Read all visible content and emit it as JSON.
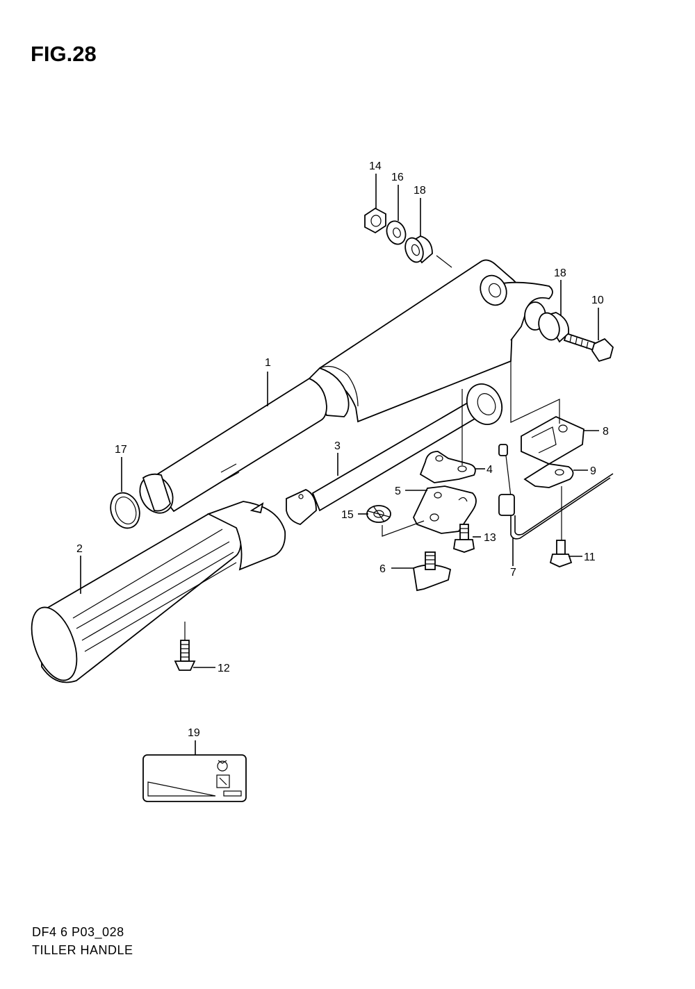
{
  "figure": {
    "title": "FIG.28",
    "code": "DF4 6 P03_028",
    "name": "TILLER HANDLE"
  },
  "callouts": [
    "1",
    "2",
    "3",
    "4",
    "5",
    "6",
    "7",
    "8",
    "9",
    "10",
    "11",
    "12",
    "13",
    "14",
    "15",
    "16",
    "17",
    "18",
    "18",
    "19"
  ]
}
